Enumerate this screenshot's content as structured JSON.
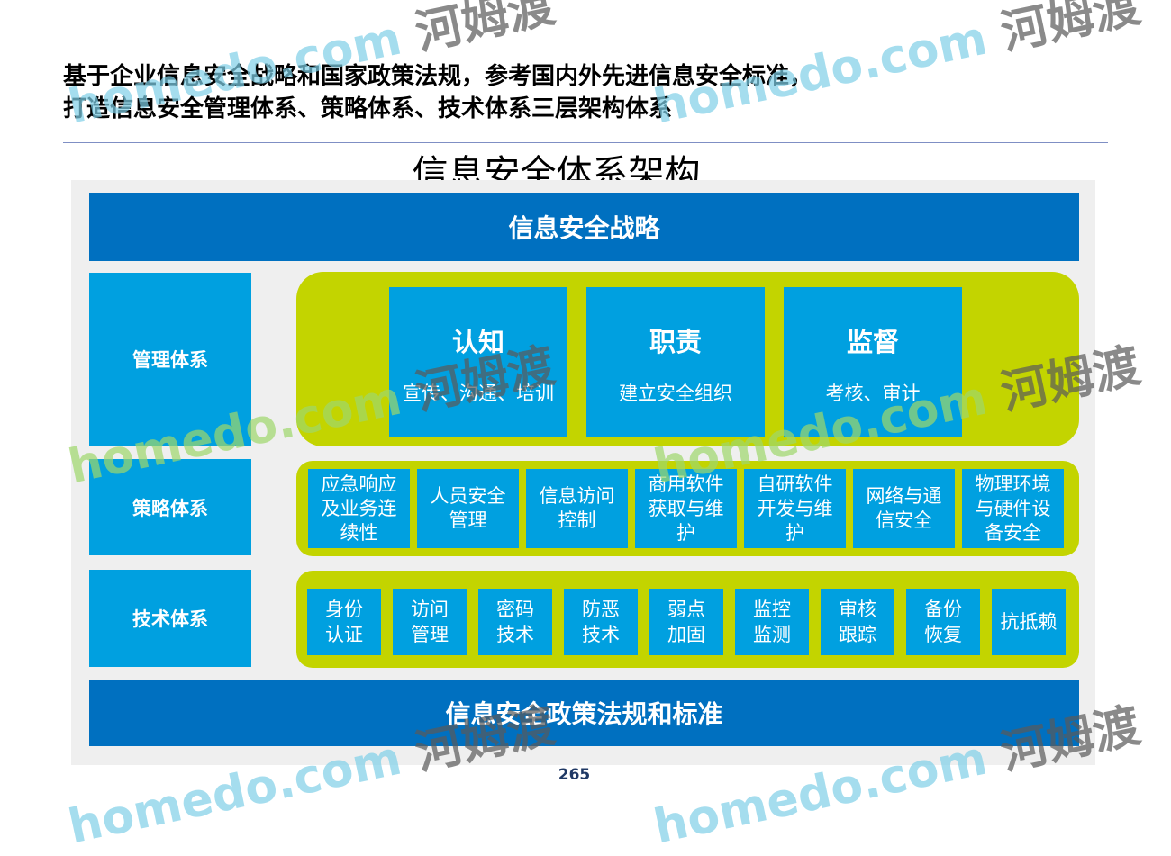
{
  "header": {
    "line1": "基于企业信息安全战略和国家政策法规，参考国内外先进信息安全标准，",
    "line2": "打造信息安全管理体系、策略体系、技术体系三层架构体系"
  },
  "diagram": {
    "title": "信息安全体系架构",
    "strategy_band": "信息安全战略",
    "laws_band": "信息安全政策法规和标准",
    "row_labels": {
      "management": "管理体系",
      "policy": "策略体系",
      "technology": "技术体系"
    },
    "management_boxes": [
      {
        "title": "认知",
        "subtitle": "宣传、沟通、培训"
      },
      {
        "title": "职责",
        "subtitle": "建立安全组织"
      },
      {
        "title": "监督",
        "subtitle": "考核、审计"
      }
    ],
    "policy_boxes": [
      "应急响应及业务连续性",
      "人员安全管理",
      "信息访问控制",
      "商用软件获取与维护",
      "自研软件开发与维护",
      "网络与通信安全",
      "物理环境与硬件设备安全"
    ],
    "technology_boxes": [
      "身份认证",
      "访问管理",
      "密码技术",
      "防恶技术",
      "弱点加固",
      "监控监测",
      "审核跟踪",
      "备份恢复",
      "抗抵赖"
    ]
  },
  "page_number": "265",
  "watermark": {
    "brand": "homedo.com",
    "cn": "河姆渡"
  },
  "colors": {
    "band": "#0070c0",
    "box": "#00a0e0",
    "container": "#c3d400",
    "panel": "#efefef"
  }
}
